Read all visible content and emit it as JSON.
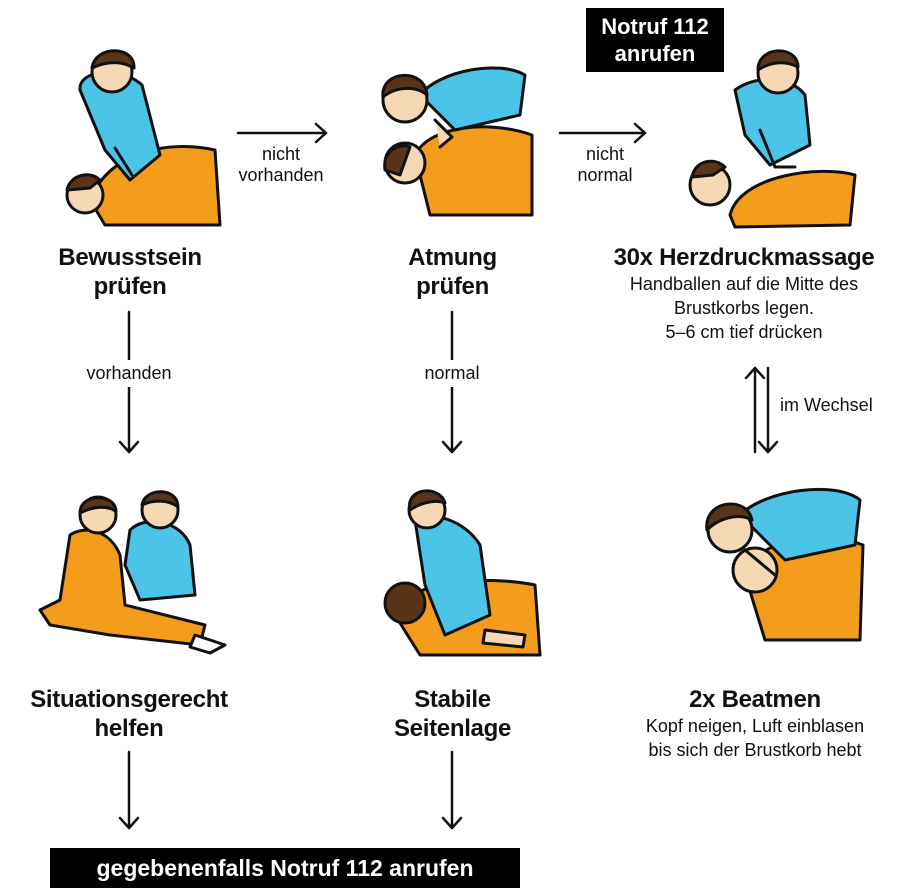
{
  "colors": {
    "shirt_blue": "#4cc4e8",
    "orange": "#f49c1c",
    "skin": "#f5d8b4",
    "hair": "#5a3418",
    "ink": "#111111",
    "box": "#000000"
  },
  "emergency_top": {
    "line1": "Notruf 112",
    "line2": "anrufen"
  },
  "steps": {
    "consciousness": {
      "line1": "Bewusstsein",
      "line2": "prüfen",
      "illustration": "check-consciousness-illustration"
    },
    "breathing": {
      "line1": "Atmung",
      "line2": "prüfen",
      "illustration": "check-breathing-illustration"
    },
    "cpr": {
      "title": "30x Herzdruckmassage",
      "desc1": "Handballen auf die Mitte des",
      "desc2": "Brustkorbs legen.",
      "desc3": "5–6 cm tief drücken",
      "illustration": "chest-compression-illustration"
    },
    "help": {
      "line1": "Situationsgerecht",
      "line2": "helfen",
      "illustration": "situational-help-illustration"
    },
    "recovery": {
      "line1": "Stabile",
      "line2": "Seitenlage",
      "illustration": "recovery-position-illustration"
    },
    "ventilation": {
      "title": "2x Beatmen",
      "desc1": "Kopf neigen, Luft einblasen",
      "desc2": "bis sich der Brustkorb hebt",
      "illustration": "rescue-breathing-illustration"
    }
  },
  "edges": {
    "not_present": {
      "line1": "nicht",
      "line2": "vorhanden"
    },
    "not_normal": {
      "line1": "nicht",
      "line2": "normal"
    },
    "present": "vorhanden",
    "normal": "normal",
    "alternating": "im Wechsel"
  },
  "emergency_bottom": "gegebenenfalls Notruf 112 anrufen"
}
